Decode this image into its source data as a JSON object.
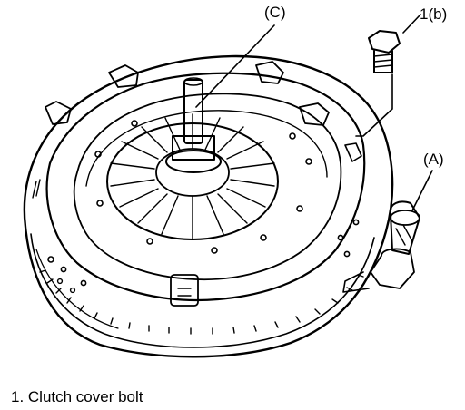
{
  "labels": {
    "c": "(C)",
    "b": "1(b)",
    "a": "(A)"
  },
  "caption": "1. Clutch cover bolt",
  "colors": {
    "line": "#000000",
    "background": "#ffffff"
  }
}
